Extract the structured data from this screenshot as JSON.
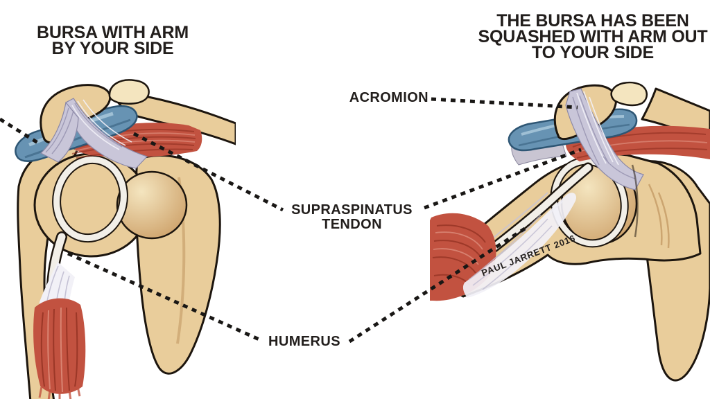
{
  "figure": {
    "left_title": {
      "line1": "BURSA WITH ARM",
      "line2": "BY YOUR SIDE"
    },
    "right_title": {
      "line1": "THE BURSA HAS BEEN",
      "line2": "SQUASHED WITH ARM OUT",
      "line3": "TO YOUR SIDE"
    },
    "labels": {
      "acromion": "ACROMION",
      "supraspinatus_line1": "SUPRASPINATUS",
      "supraspinatus_line2": "TENDON",
      "humerus": "HUMERUS"
    },
    "signature": "PAUL JARRETT 2016"
  },
  "colors": {
    "background": "#ffffff",
    "text": "#221e1c",
    "leader": "#191715",
    "bone-light": "#f4e5bf",
    "bone": "#e9cd9b",
    "bone-shadow": "#c9995f",
    "outline": "#1c150e",
    "bursa-light": "#a9c8da",
    "bursa": "#6793b3",
    "bursa-dark": "#2e5674",
    "muscle": "#c25240",
    "muscle-dark": "#8e2f1f",
    "muscle-light": "#e29a88",
    "tendon": "#c9c6d9",
    "tendon-light": "#f2f1f7",
    "tendon-dark": "#8b88a6",
    "ligament-white": "#f2efe8"
  }
}
